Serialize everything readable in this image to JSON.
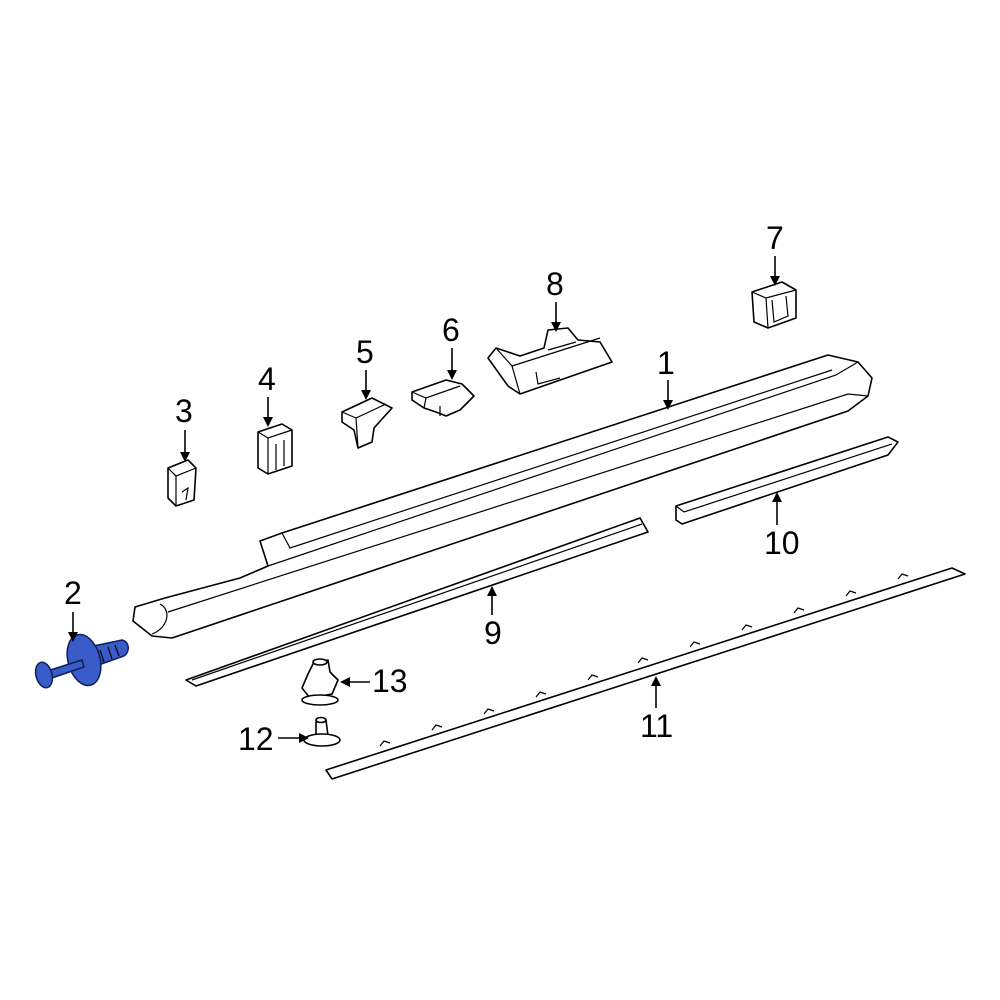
{
  "diagram": {
    "callouts": [
      {
        "id": "1",
        "label": "1"
      },
      {
        "id": "2",
        "label": "2"
      },
      {
        "id": "3",
        "label": "3"
      },
      {
        "id": "4",
        "label": "4"
      },
      {
        "id": "5",
        "label": "5"
      },
      {
        "id": "6",
        "label": "6"
      },
      {
        "id": "7",
        "label": "7"
      },
      {
        "id": "8",
        "label": "8"
      },
      {
        "id": "9",
        "label": "9"
      },
      {
        "id": "10",
        "label": "10"
      },
      {
        "id": "11",
        "label": "11"
      },
      {
        "id": "12",
        "label": "12"
      },
      {
        "id": "13",
        "label": "13"
      }
    ],
    "highlighted_part": "2",
    "highlight_color": "#3a5cc8"
  }
}
